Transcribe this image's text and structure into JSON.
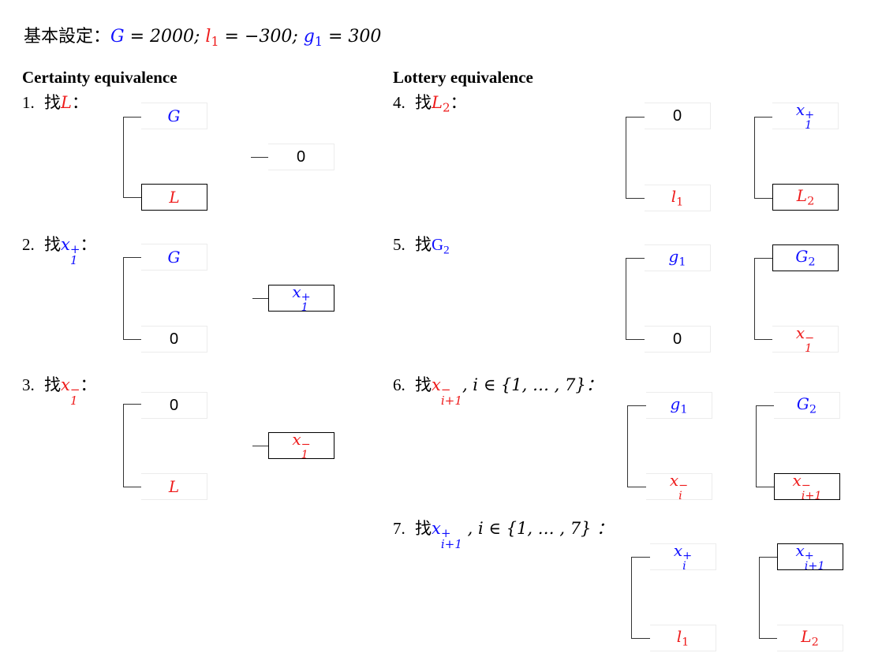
{
  "title": {
    "prefix": "基本設定：",
    "G_var": "G",
    "G_eq": " = 2000; ",
    "l_var": "l",
    "l_sub": "1",
    "l_eq": " = −300; ",
    "g_var": "g",
    "g_sub": "1",
    "g_eq": " = 300"
  },
  "headings": {
    "certainty": "Certainty equivalence",
    "lottery": "Lottery equivalence"
  },
  "steps": {
    "s1": {
      "num": "1.",
      "find": "找",
      "var": "L",
      "colon": "："
    },
    "s2": {
      "num": "2.",
      "find": "找",
      "var": "x",
      "sup": "+",
      "sub": "1",
      "colon": "："
    },
    "s3": {
      "num": "3.",
      "find": "找",
      "var": "x",
      "sup": "−",
      "sub": "1",
      "colon": "："
    },
    "s4": {
      "num": "4.",
      "find": "找",
      "var": "L",
      "sub": "2",
      "colon": "："
    },
    "s5": {
      "num": "5.",
      "find": "找",
      "var": "G",
      "sub": "2"
    },
    "s6": {
      "num": "6.",
      "find": "找",
      "var": "x",
      "sup": "−",
      "sub": "i+1",
      "rest": ", i ∈ {1, … , 7}："
    },
    "s7": {
      "num": "7.",
      "find": "找",
      "var": "x",
      "sup": "+",
      "sub": "i+1",
      "rest": " , i ∈ {1, … , 7} ："
    }
  },
  "boxes": {
    "b1_top": "G",
    "b1_bot": "L",
    "b1_ce": "0",
    "b2_top": "G",
    "b2_bot": "0",
    "b2_ce_var": "x",
    "b2_ce_sup": "+",
    "b2_ce_sub": "1",
    "b3_top": "0",
    "b3_bot": "L",
    "b3_ce_var": "x",
    "b3_ce_sup": "−",
    "b3_ce_sub": "1",
    "b4_lt_top": "0",
    "b4_lt_bot_var": "l",
    "b4_lt_bot_sub": "1",
    "b4_rt_top_var": "x",
    "b4_rt_top_sup": "+",
    "b4_rt_top_sub": "1",
    "b4_rt_bot_var": "L",
    "b4_rt_bot_sub": "2",
    "b5_lt_top_var": "g",
    "b5_lt_top_sub": "1",
    "b5_lt_bot": "0",
    "b5_rt_top_var": "G",
    "b5_rt_top_sub": "2",
    "b5_rt_bot_var": "x",
    "b5_rt_bot_sup": "−",
    "b5_rt_bot_sub": "1",
    "b6_lt_top_var": "g",
    "b6_lt_top_sub": "1",
    "b6_lt_bot_var": "x",
    "b6_lt_bot_sup": "−",
    "b6_lt_bot_sub": "i",
    "b6_rt_top_var": "G",
    "b6_rt_top_sub": "2",
    "b6_rt_bot_var": "x",
    "b6_rt_bot_sup": "−",
    "b6_rt_bot_sub": "i+1",
    "b7_lt_top_var": "x",
    "b7_lt_top_sup": "+",
    "b7_lt_top_sub": "i",
    "b7_lt_bot_var": "l",
    "b7_lt_bot_sub": "1",
    "b7_rt_top_var": "x",
    "b7_rt_top_sup": "+",
    "b7_rt_top_sub": "i+1",
    "b7_rt_bot_var": "L",
    "b7_rt_bot_sub": "2"
  },
  "colors": {
    "gain": "#1010ff",
    "loss": "#ee1c1c",
    "neutral": "#000000"
  }
}
